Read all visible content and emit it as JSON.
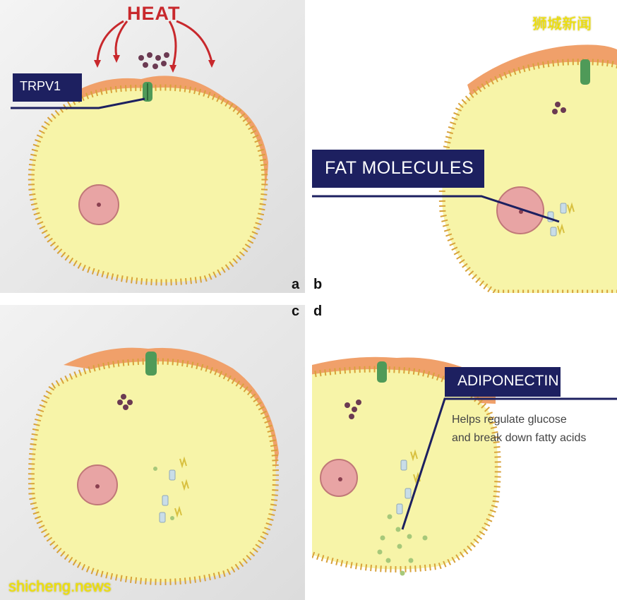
{
  "heat_label": "HEAT",
  "trpv1_label": "TRPV1",
  "fat_molecules_label": "FAT MOLECULES",
  "adiponectin_label": "ADIPONECTIN",
  "adiponectin_desc_line1": "Helps regulate glucose",
  "adiponectin_desc_line2": "and break down fatty acids",
  "panel_letters": {
    "a": "a",
    "b": "b",
    "c": "c",
    "d": "d"
  },
  "watermark_cn": "狮城新闻",
  "watermark_en": "shicheng.news",
  "colors": {
    "cytoplasm": "#f7f4a8",
    "membrane_outer": "#f0a06a",
    "membrane_dots": "#d8a23a",
    "nucleus": "#e8a4a4",
    "channel": "#4f9a58",
    "label_bg": "#1d2060",
    "heat_arrow": "#c8282c",
    "molecule": "#6b3a52"
  }
}
